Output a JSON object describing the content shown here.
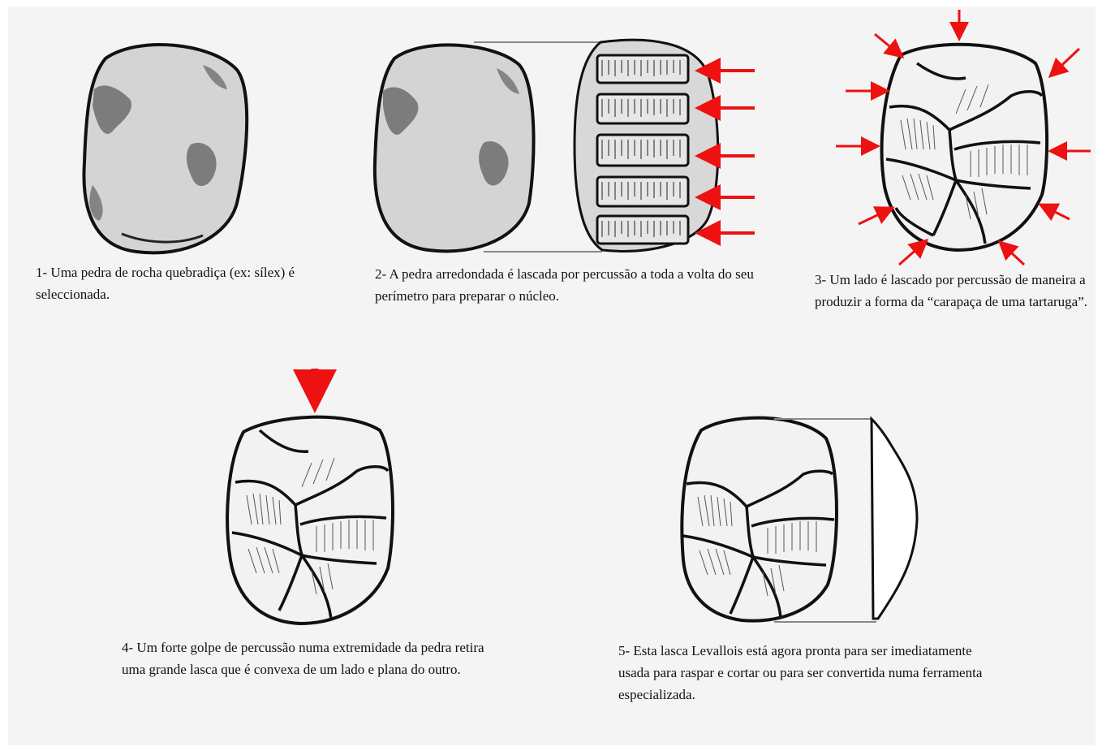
{
  "captions": {
    "step1": "1- Uma pedra de rocha quebradiça (ex: sílex) é seleccionada.",
    "step2": "2- A pedra arredondada é lascada por percussão a toda a volta do seu perímetro para preparar o núcleo.",
    "step3": "3- Um lado é lascado por percussão de maneira a produzir a forma da “carapaça de uma tartaruga”.",
    "step4": "4- Um forte golpe de percussão numa extremidade da pedra retira uma grande lasca que é convexa de um lado e plana do outro.",
    "step5": "5- Esta lasca Levallois está agora pronta para ser imediatamente usada para raspar e cortar ou para ser convertida numa ferramenta especializada."
  },
  "colors": {
    "arrow": "#ee1111",
    "stone_fill": "#d4d4d4",
    "outline": "#111111",
    "panel": "#f4f4f4"
  }
}
